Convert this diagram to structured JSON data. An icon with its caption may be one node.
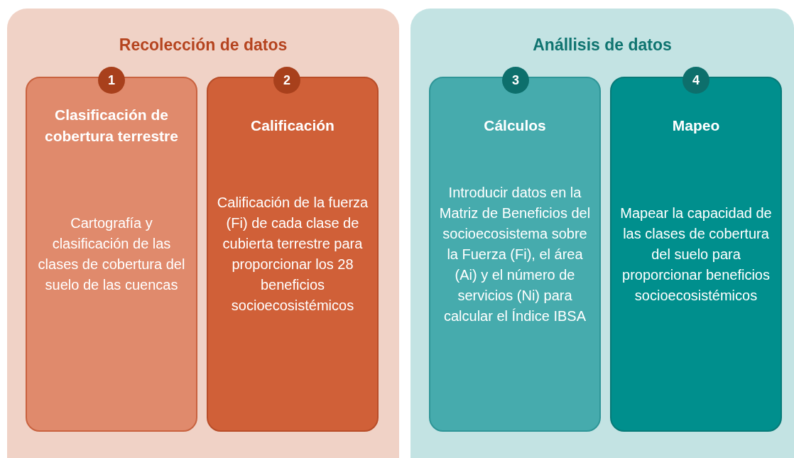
{
  "diagram": {
    "nodes": [
      {
        "text": [
          "Recolección de datos"
        ]
      },
      {
        "text": [
          "1"
        ],
        "in": 0
      },
      {
        "text": [
          "Clasificación de cobertura terrestre",
          "Cartografía y clasificación de las clases de cobertura del suelo de las cuencas"
        ],
        "in": 0
      },
      {
        "text": [
          "2"
        ],
        "in": 0
      },
      {
        "text": [
          "Calificación",
          "Calificación de la fuerza (Fi) de cada clase de cubierta terrestre para proporcionar los 28 beneficios socioecosistémicos"
        ],
        "in": 0
      },
      {
        "text": [
          "Anállisis de datos"
        ]
      },
      {
        "text": [
          "3"
        ],
        "in": 5
      },
      {
        "text": [
          "Cálculos",
          "Introducir datos en la Matriz de Beneficios del socioecosistema sobre la Fuerza (Fi), el área (Ai) y el número de servicios (Ni) para calcular el Índice IBSA"
        ],
        "in": 5
      },
      {
        "text": [
          "4"
        ],
        "in": 5
      },
      {
        "text": [
          "Mapeo",
          "Mapear la capacidad de las clases de cobertura del suelo para proporcionar beneficios socioecosistémicos"
        ],
        "in": 5
      }
    ]
  }
}
